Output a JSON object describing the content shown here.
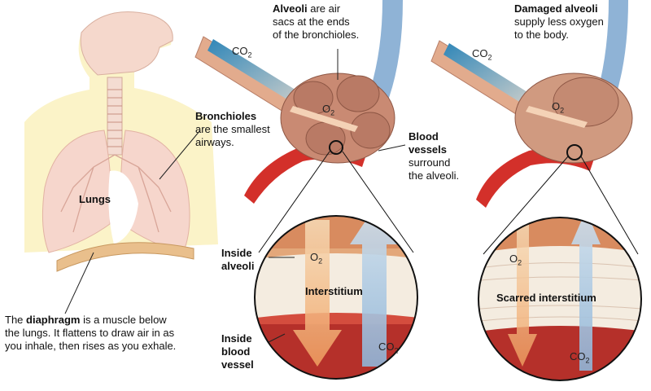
{
  "labels": {
    "lungs": "Lungs",
    "diaphragm_bold": "diaphragm",
    "diaphragm_pre": "The ",
    "diaphragm_post": " is a muscle below",
    "diaphragm_line2": "the lungs. It flattens to draw air in as",
    "diaphragm_line3": "you inhale, then rises as you exhale.",
    "bronchioles_bold": "Bronchioles",
    "bronchioles_line2": "are the smallest",
    "bronchioles_line3": "airways.",
    "alveoli_bold": "Alveoli",
    "alveoli_post": " are air",
    "alveoli_line2": "sacs at the ends",
    "alveoli_line3": "of the bronchioles.",
    "blood_bold1": "Blood",
    "blood_bold2": "vessels",
    "blood_line3": "surround",
    "blood_line4": "the alveoli.",
    "damaged_bold": "Damaged alveoli",
    "damaged_line2": "supply less oxygen",
    "damaged_line3": "to the body.",
    "inside_alveoli_1": "Inside",
    "inside_alveoli_2": "alveoli",
    "inside_blood_1": "Inside",
    "inside_blood_2": "blood",
    "inside_blood_3": "vessel",
    "interstitium": "Interstitium",
    "scarred_interstitium": "Scarred interstitium"
  },
  "gases": {
    "co2_main": "CO",
    "co2_sub": "2",
    "o2_main": "O",
    "o2_sub": "2"
  },
  "colors": {
    "lung_body": "#f6d6cc",
    "chest_bg": "#fbf3c8",
    "alveoli": "#c98a73",
    "blood_red": "#d3302a",
    "vein_blue": "#8fb3d6",
    "diaphragm": "#e9bf8c",
    "interstitium": "#f4ece0",
    "blood_layer": "#b5302a",
    "alveoli_layer": "#e3a77a",
    "o2_arrow": "#f3c79a",
    "co2_arrow": "#a9c6df"
  }
}
